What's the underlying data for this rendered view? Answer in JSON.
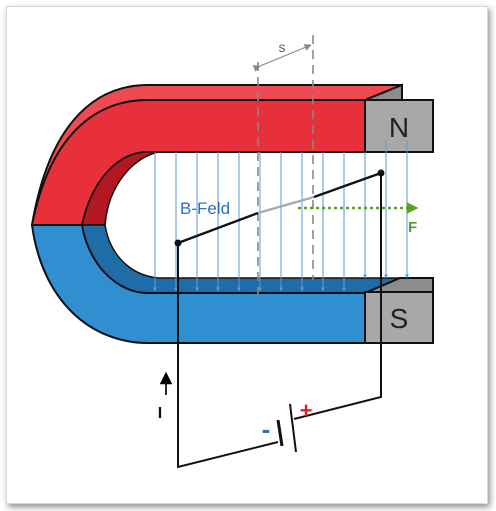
{
  "labels": {
    "north": "N",
    "south": "S",
    "field": "B-Feld",
    "force": "F",
    "displacement": "s",
    "current": "I",
    "minus": "-",
    "plus": "+"
  },
  "colors": {
    "north_pole": "#e8303a",
    "south_pole": "#2f8fd0",
    "pole_face": "#a8a8a8",
    "field_lines": "#4a8fd0",
    "force_arrow": "#5aa02c",
    "minus_sign": "#2f6fc0",
    "plus_sign": "#e81c1c"
  }
}
